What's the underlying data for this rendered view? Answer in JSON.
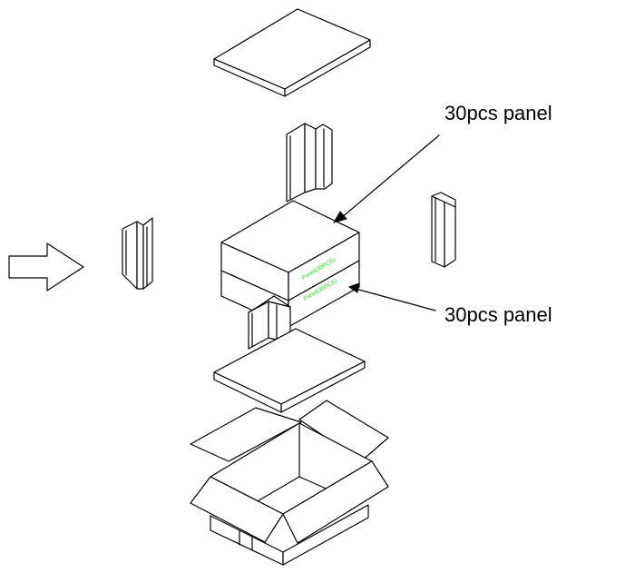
{
  "callouts": {
    "upper": "30pcs panel",
    "lower": "30pcs panel"
  },
  "box_labels": {
    "upper": "Panel(30PCS)",
    "lower": "Panel(30PCS)"
  },
  "colors": {
    "line": "#000000",
    "label_green": "#22dd22",
    "background": "#ffffff"
  }
}
